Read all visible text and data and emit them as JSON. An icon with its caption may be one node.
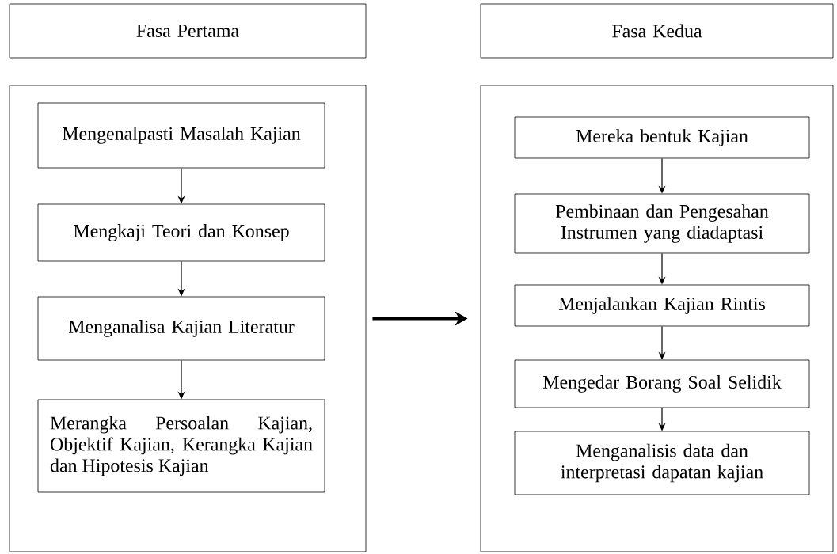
{
  "diagram": {
    "nodes": [
      {
        "text": [
          "Fasa Pertama"
        ]
      },
      {
        "text": [
          "Fasa Kedua"
        ]
      },
      {
        "text": [],
        "shape": "box"
      },
      {
        "text": [],
        "shape": "box"
      },
      {
        "text": [
          "Mengenalpasti Masalah Kajian"
        ],
        "in": 2
      },
      {
        "text": [
          "Mengkaji Teori dan Konsep"
        ],
        "in": 2
      },
      {
        "text": [
          "Menganalisa Kajian Literatur"
        ],
        "in": 2
      },
      {
        "text": [
          "Merangka Persoalan Kajian, Objektif Kajian, Kerangka Kajian dan Hipotesis Kajian"
        ],
        "in": 2
      },
      {
        "text": [
          "Mereka bentuk Kajian"
        ],
        "in": 3
      },
      {
        "text": [
          "Pembinaan dan Pengesahan Instrumen yang diadaptasi"
        ],
        "in": 3
      },
      {
        "text": [
          "Menjalankan Kajian Rintis"
        ],
        "in": 3
      },
      {
        "text": [
          "Mengedar Borang Soal Selidik"
        ],
        "in": 3
      },
      {
        "text": [
          "Menganalisis data dan interpretasi dapatan kajian"
        ],
        "in": 3
      }
    ],
    "edges": [
      {
        "from": 4,
        "to": 5,
        "arrow": "to"
      },
      {
        "from": 5,
        "to": 6,
        "arrow": "to"
      },
      {
        "from": 6,
        "to": 7,
        "arrow": "to"
      },
      {
        "from": 8,
        "to": 9,
        "arrow": "to"
      },
      {
        "from": 9,
        "to": 10,
        "arrow": "to"
      },
      {
        "from": 10,
        "to": 11,
        "arrow": "to"
      },
      {
        "from": 11,
        "to": 12,
        "arrow": "to"
      },
      {
        "from": 2,
        "to": 3,
        "arrow": "to",
        "style": "thick"
      }
    ]
  }
}
